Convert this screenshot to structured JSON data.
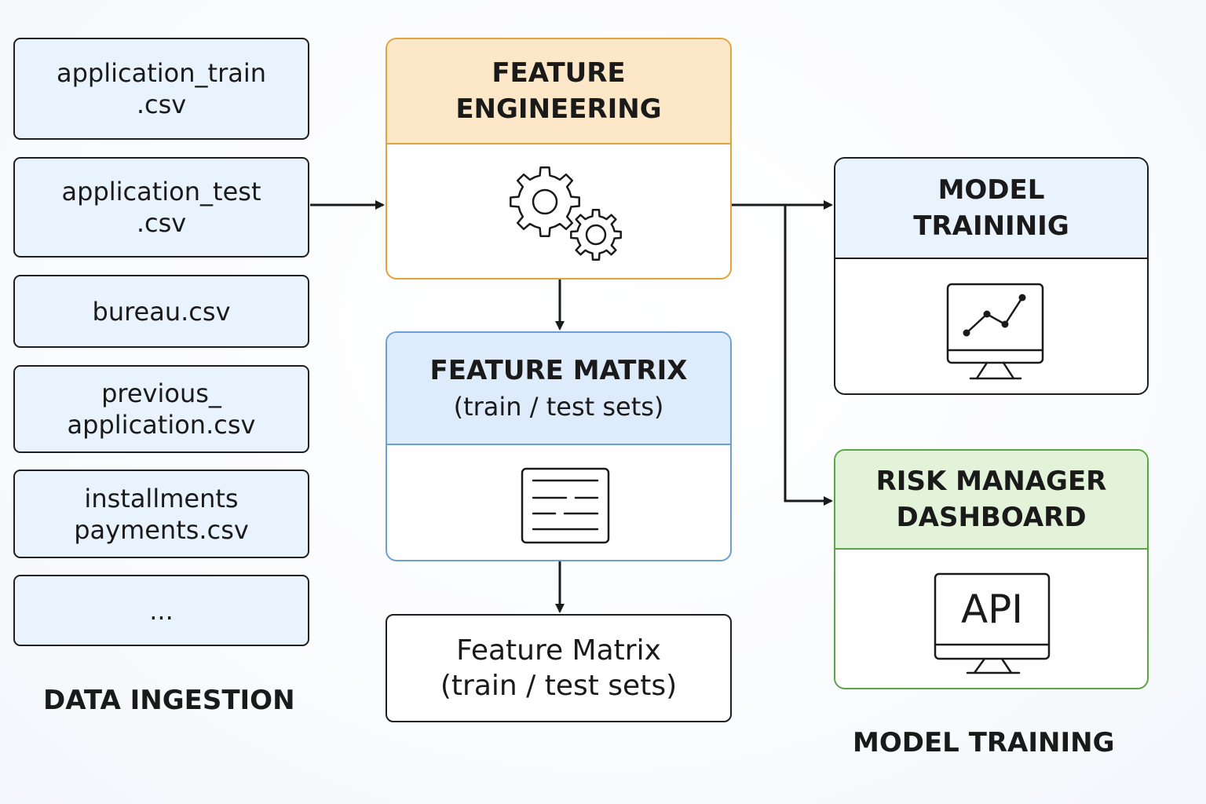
{
  "data_ingestion": {
    "files": [
      "application_train\n.csv",
      "application_test\n.csv",
      "bureau.csv",
      "previous_\napplication.csv",
      "installments\npayments.csv",
      "..."
    ],
    "label": "DATA INGESTION"
  },
  "feature_engineering": {
    "title": "FEATURE\nENGINEERING",
    "icon": "gears-icon"
  },
  "feature_matrix": {
    "title": "FEATURE MATRIX",
    "subtitle": "(train / test sets)",
    "icon": "document-icon"
  },
  "feature_matrix_output": {
    "text": "Feature Matrix\n(train / test sets)"
  },
  "model_training": {
    "title": "MODEL\nTRAININIG",
    "icon": "chart-monitor-icon"
  },
  "risk_dashboard": {
    "title": "RISK MANAGER\nDASHBOARD",
    "icon": "api-monitor-icon",
    "api_label": "API"
  },
  "model_training_label": "MODEL TRAINING",
  "colors": {
    "file_fill": "#e8f3fd",
    "feature_engineering_border": "#e3a33a",
    "feature_engineering_header": "#fce8c8",
    "feature_matrix_border": "#6a9fd8",
    "feature_matrix_header": "#ddebfb",
    "model_training_header": "#e8f3fd",
    "dashboard_border": "#5aa544",
    "dashboard_header": "#e3f3da"
  }
}
